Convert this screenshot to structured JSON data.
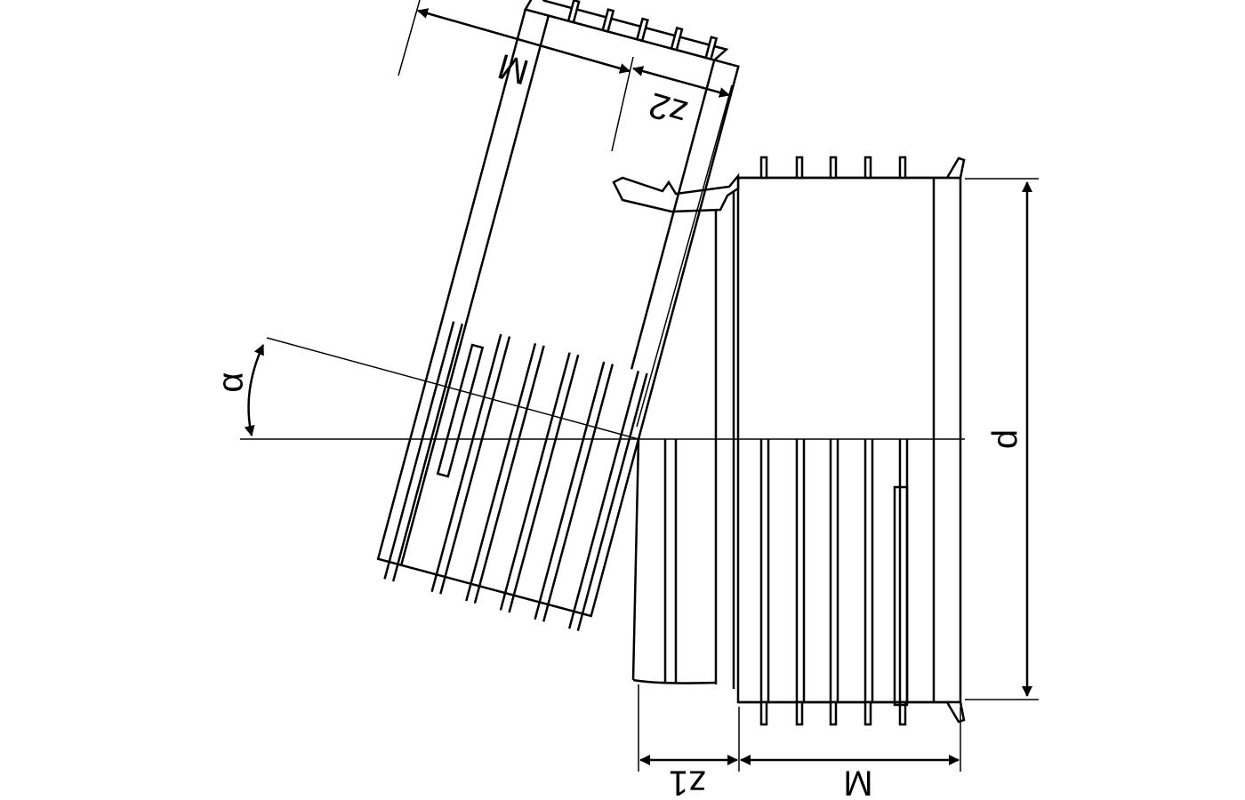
{
  "drawing": {
    "labels": {
      "socket_length_top": "M",
      "offset_top": "z2",
      "angle": "α",
      "diameter": "d",
      "offset_bottom": "z1",
      "socket_length_bottom": "M"
    },
    "colors": {
      "line": "#000000",
      "background": "#ffffff"
    }
  }
}
